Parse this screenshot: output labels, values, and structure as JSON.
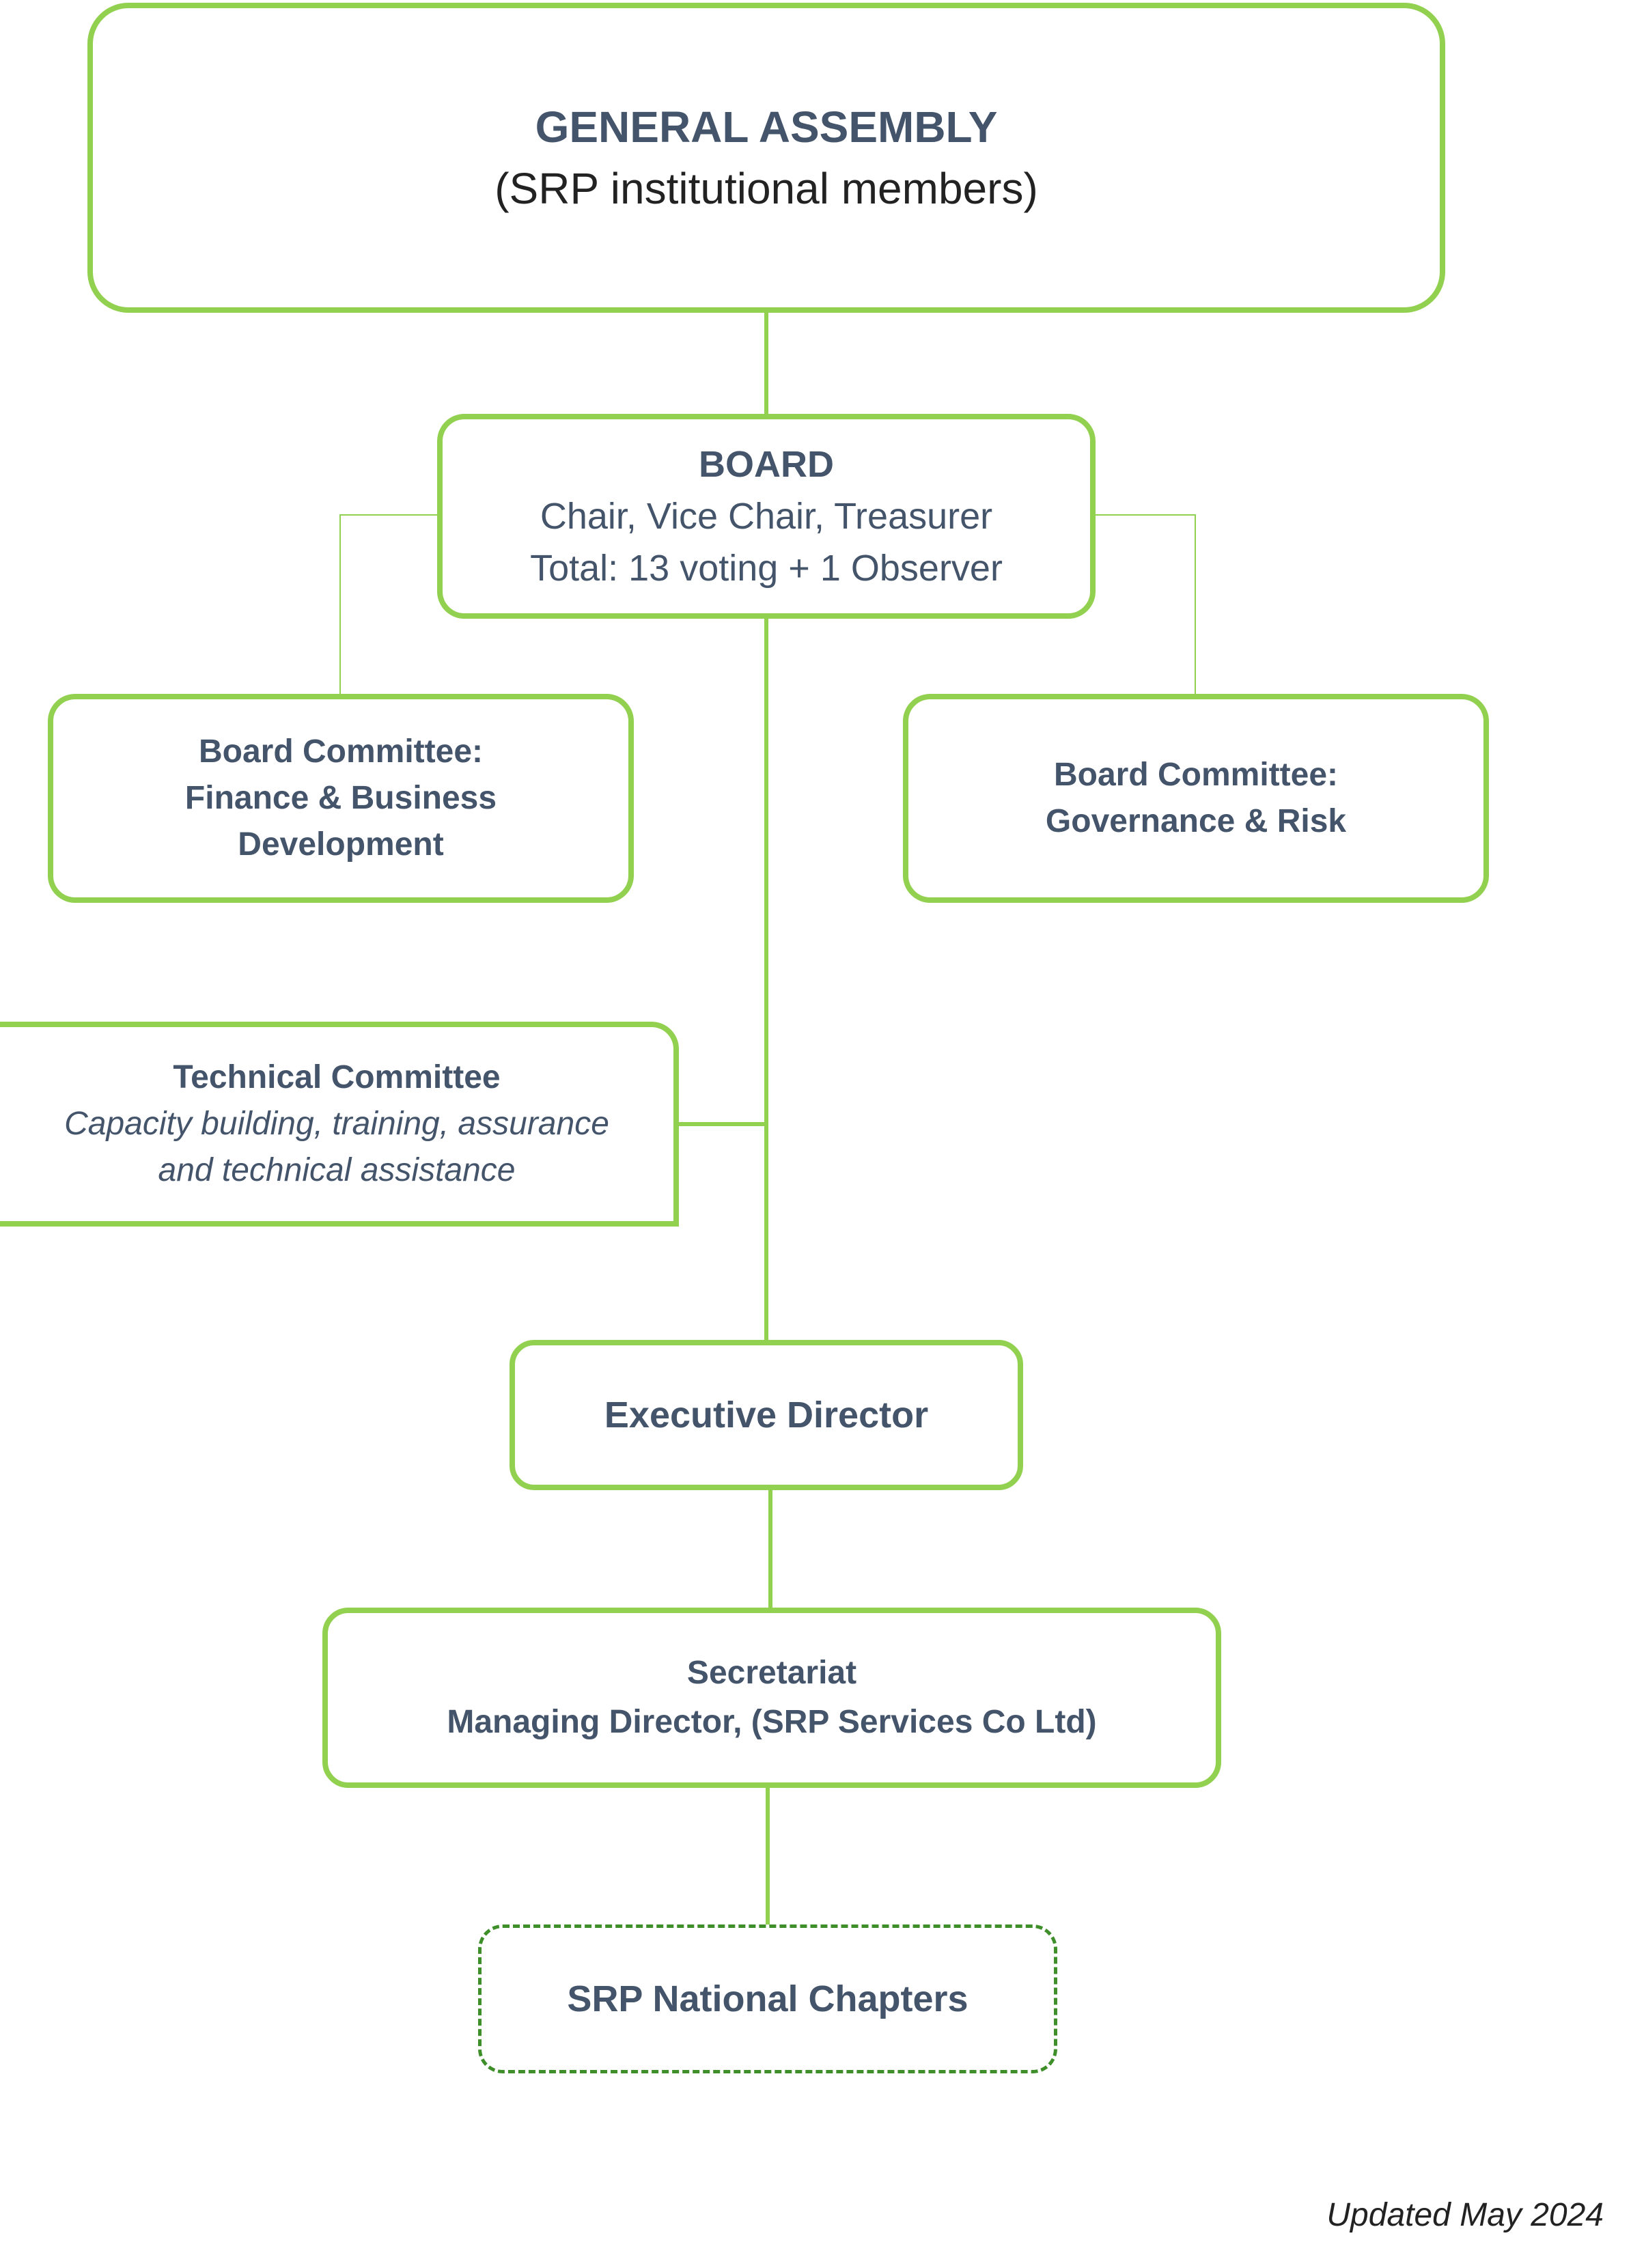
{
  "general_assembly": {
    "title": "GENERAL ASSEMBLY",
    "subtitle": "(SRP institutional members)"
  },
  "board": {
    "title": "BOARD",
    "officers": "Chair, Vice Chair, Treasurer",
    "total": "Total: 13 voting + 1 Observer"
  },
  "finance_committee": {
    "lines": [
      "Board Committee:",
      "Finance & Business",
      "Development"
    ]
  },
  "governance_committee": {
    "lines": [
      "Board Committee:",
      "Governance & Risk"
    ]
  },
  "technical_committee": {
    "title": "Technical Committee",
    "description_lines": [
      "Capacity building, training, assurance",
      "and technical assistance"
    ]
  },
  "executive_director": {
    "title": "Executive Director"
  },
  "secretariat": {
    "lines": [
      "Secretariat",
      "Managing Director, (SRP Services Co Ltd)"
    ]
  },
  "national_chapters": {
    "title": "SRP National Chapters"
  },
  "footer": {
    "updated": "Updated May 2024"
  },
  "colors": {
    "box_border": "#92d050",
    "dashed_border": "#3e8e2a",
    "text": "#44546a"
  }
}
